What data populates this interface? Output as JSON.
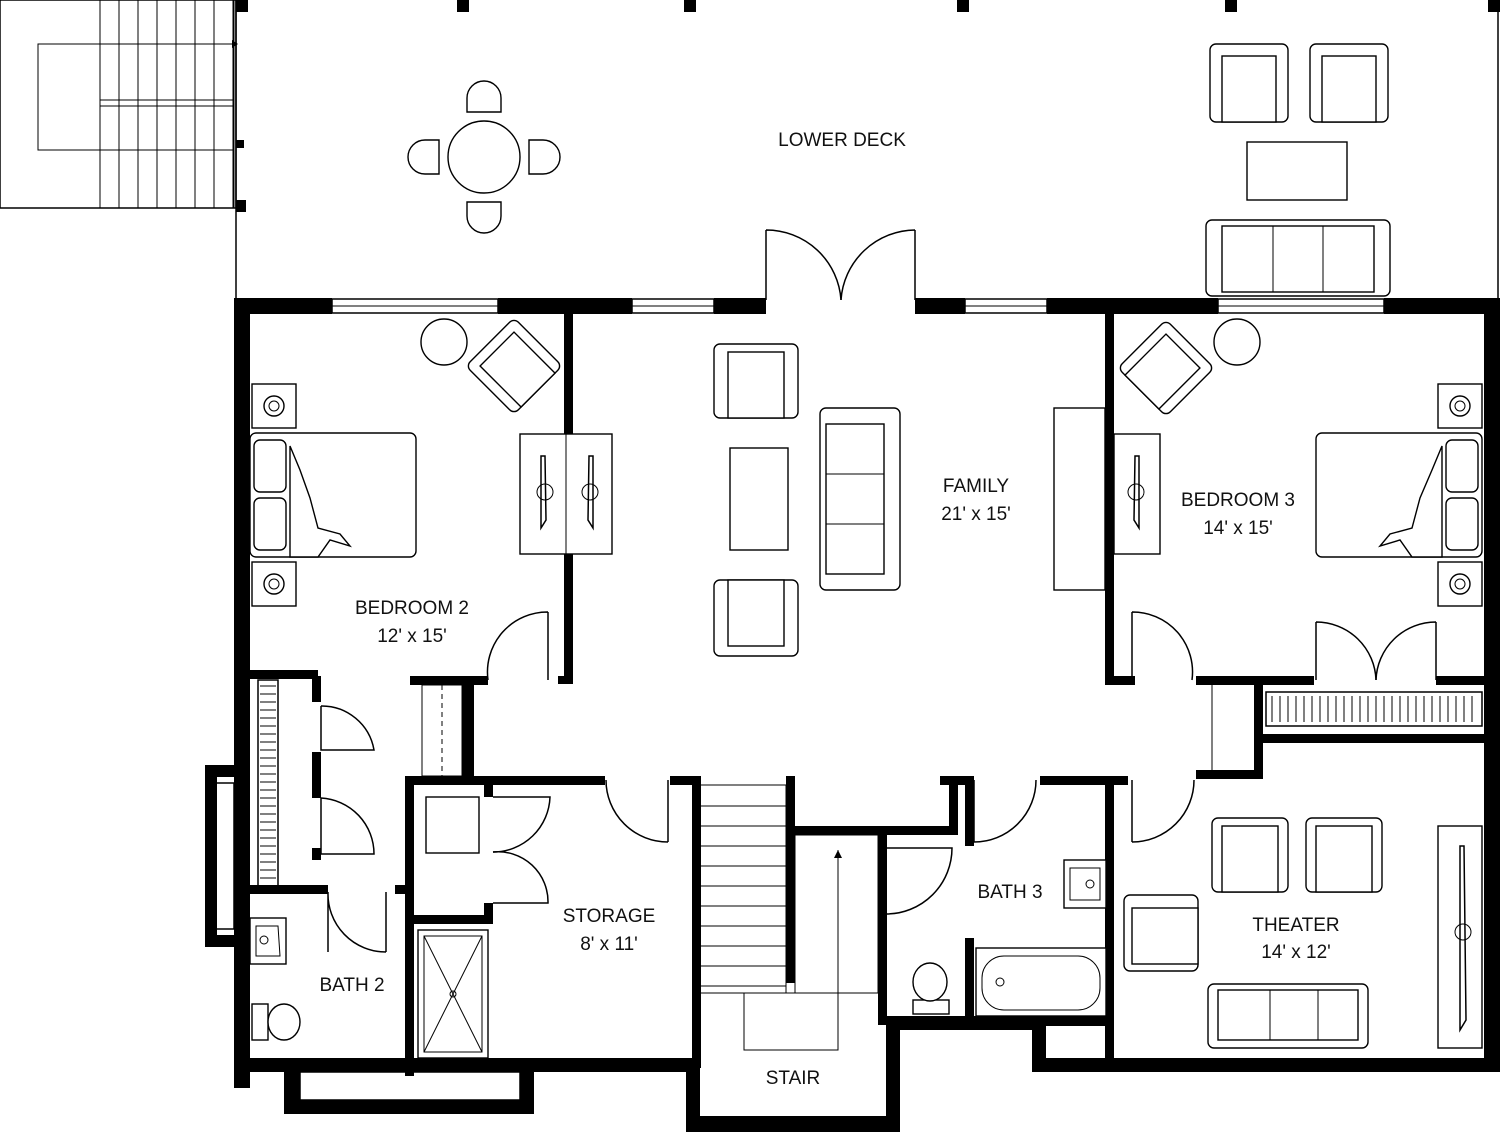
{
  "plan": {
    "rooms": {
      "lower_deck": {
        "name": "LOWER DECK",
        "dims": ""
      },
      "family": {
        "name": "FAMILY",
        "dims": "21' x 15'"
      },
      "bedroom2": {
        "name": "BEDROOM 2",
        "dims": "12' x 15'"
      },
      "bedroom3": {
        "name": "BEDROOM 3",
        "dims": "14' x 15'"
      },
      "storage": {
        "name": "STORAGE",
        "dims": "8' x 11'"
      },
      "bath2": {
        "name": "BATH 2",
        "dims": ""
      },
      "bath3": {
        "name": "BATH 3",
        "dims": ""
      },
      "theater": {
        "name": "THEATER",
        "dims": "14' x 12'"
      },
      "stair": {
        "name": "STAIR",
        "dims": ""
      }
    },
    "colors": {
      "wall": "#000000",
      "line": "#000000",
      "background": "#ffffff"
    }
  }
}
